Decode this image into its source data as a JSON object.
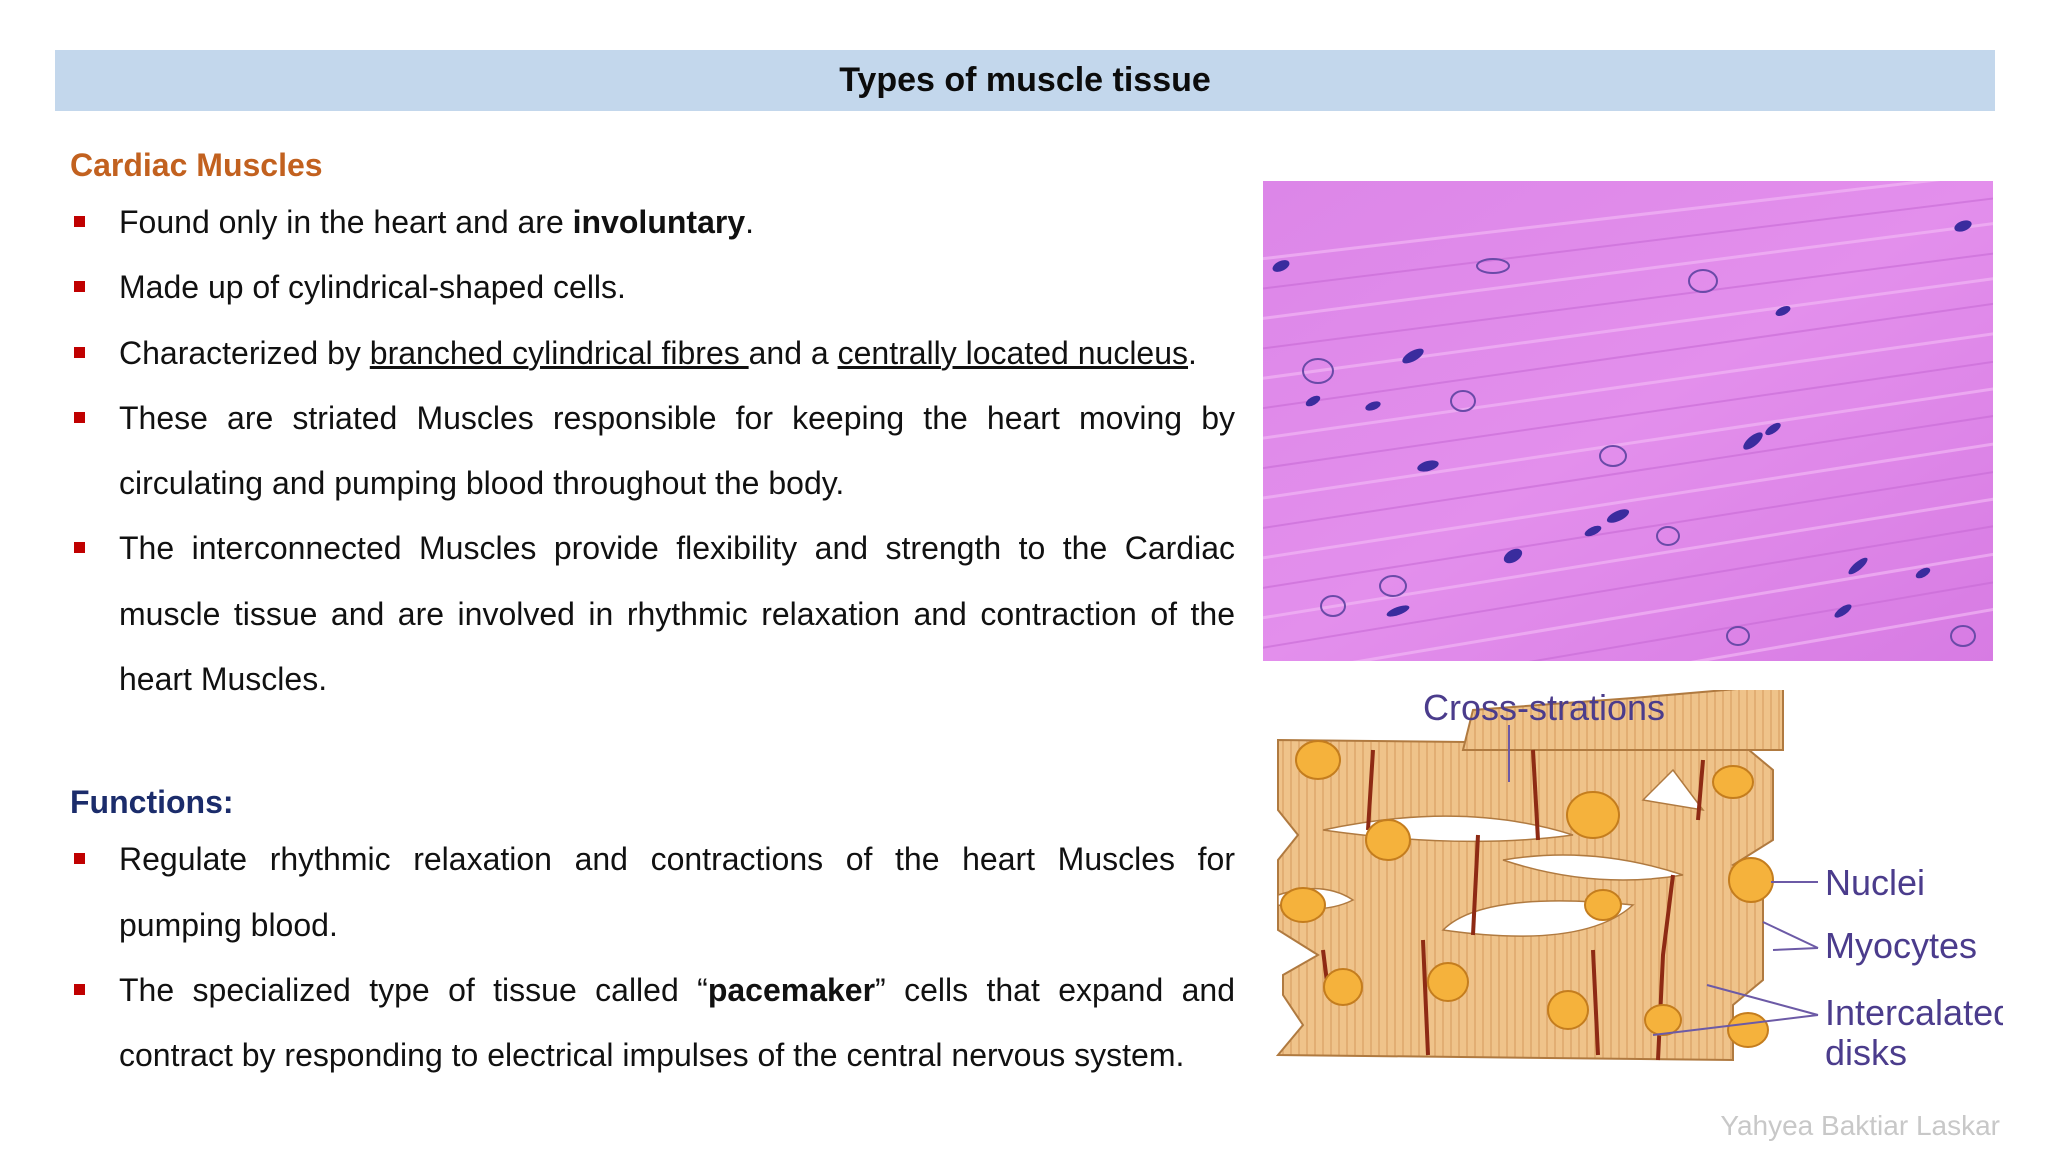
{
  "header": {
    "title": "Types of muscle tissue"
  },
  "cardiac": {
    "heading": "Cardiac Muscles",
    "b1_pre": "Found only in the heart and are ",
    "b1_bold": "involuntary",
    "b1_post": ".",
    "b2": "Made up of cylindrical-shaped cells.",
    "b3_pre": "Characterized by ",
    "b3_u1": "branched cylindrical fibres ",
    "b3_mid": "and a ",
    "b3_u2": "centrally located nucleus",
    "b3_post": ".",
    "b4": "These are striated Muscles responsible for keeping the heart moving by circulating and pumping blood throughout the body.",
    "b5": "The interconnected Muscles provide flexibility and strength to the Cardiac muscle tissue and are involved in rhythmic relaxation and contraction of the heart Muscles."
  },
  "functions": {
    "heading": "Functions:",
    "f1": "Regulate rhythmic relaxation and contractions of the heart Muscles for pumping blood.",
    "f2_pre": "The specialized type of tissue called “",
    "f2_bold": "pacemaker",
    "f2_post": "” cells that expand and contract by responding to electrical impulses of the central nervous system."
  },
  "diagram": {
    "cross_strations": "Cross-strations",
    "nuclei": "Nuclei",
    "myocytes": "Myocytes",
    "intercalated_1": "Intercalated",
    "intercalated_2": "disks"
  },
  "watermark": "Yahyea Baktiar Laskar",
  "colors": {
    "title_bar": "#c3d7ec",
    "cardiac_heading": "#c2611f",
    "functions_heading": "#1b2c6b",
    "bullet": "#c00000",
    "tissue_pink": "#d97ee6",
    "fiber_tan": "#efc38a",
    "nucleus_orange": "#f5b23c",
    "disk_brown": "#8e2a14"
  }
}
